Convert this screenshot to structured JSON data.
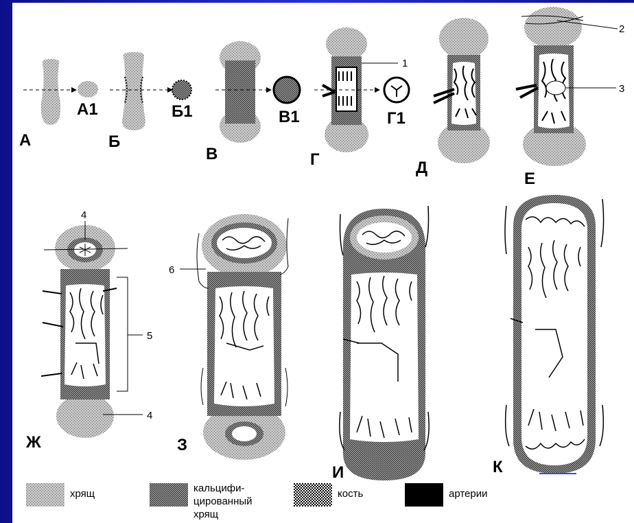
{
  "stage_labels": {
    "a": "А",
    "a1": "А1",
    "b": "Б",
    "b1": "Б1",
    "v": "В",
    "v1": "В1",
    "g": "Г",
    "g1": "Г1",
    "d": "Д",
    "e": "Е",
    "zh": "Ж",
    "z": "З",
    "i": "И",
    "k": "К"
  },
  "callouts": {
    "c1": "1",
    "c2": "2",
    "c3": "3",
    "c4a": "4",
    "c4b": "4",
    "c5": "5",
    "c6": "6"
  },
  "legend": {
    "cartilage": "хрящ",
    "calcified_line1": "кальцифи-",
    "calcified_line2": "цированный",
    "calcified_line3": "хрящ",
    "bone": "кость",
    "arteries": "артерии"
  },
  "colors": {
    "frame": "#1418b8",
    "background": "#ffffff",
    "ink": "#000000"
  }
}
